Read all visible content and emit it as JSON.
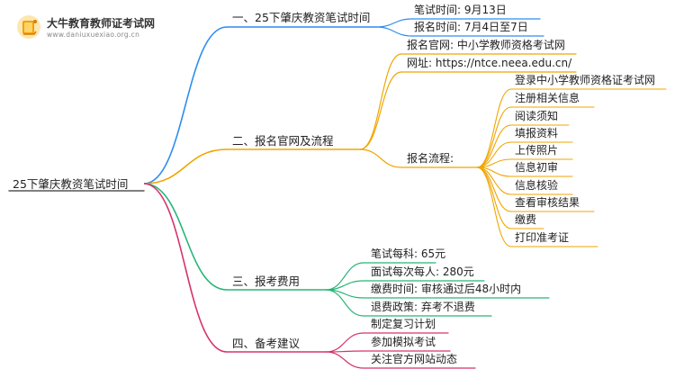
{
  "logo": {
    "name": "大牛教育教师证考试网",
    "url": "www.daniuxuexiao.org.cn",
    "icon": "book-icon"
  },
  "mindmap": {
    "root": "25下肇庆教资笔试时间",
    "branches": [
      {
        "label": "一、25下肇庆教资笔试时间",
        "color": "#2d8cf0",
        "children": [
          {
            "label": "笔试时间: 9月13日"
          },
          {
            "label": "报名时间: 7月4日至7日"
          }
        ]
      },
      {
        "label": "二、报名官网及流程",
        "color": "#f0a500",
        "children": [
          {
            "label": "报名官网: 中小学教师资格考试网"
          },
          {
            "label": "网址: https://ntce.neea.edu.cn/"
          },
          {
            "label": "报名流程:",
            "children": [
              {
                "label": "登录中小学教师资格证考试网"
              },
              {
                "label": "注册相关信息"
              },
              {
                "label": "阅读须知"
              },
              {
                "label": "填报资料"
              },
              {
                "label": "上传照片"
              },
              {
                "label": "信息初审"
              },
              {
                "label": "信息核验"
              },
              {
                "label": "查看审核结果"
              },
              {
                "label": "缴费"
              },
              {
                "label": "打印准考证"
              }
            ]
          }
        ]
      },
      {
        "label": "三、报考费用",
        "color": "#27b577",
        "children": [
          {
            "label": "笔试每科: 65元"
          },
          {
            "label": "面试每次每人: 280元"
          },
          {
            "label": "缴费时间: 审核通过后48小时内"
          },
          {
            "label": "退费政策: 弃考不退费"
          }
        ]
      },
      {
        "label": "四、备考建议",
        "color": "#d6336c",
        "children": [
          {
            "label": "制定复习计划"
          },
          {
            "label": "参加模拟考试"
          },
          {
            "label": "关注官方网站动态"
          }
        ]
      }
    ]
  }
}
